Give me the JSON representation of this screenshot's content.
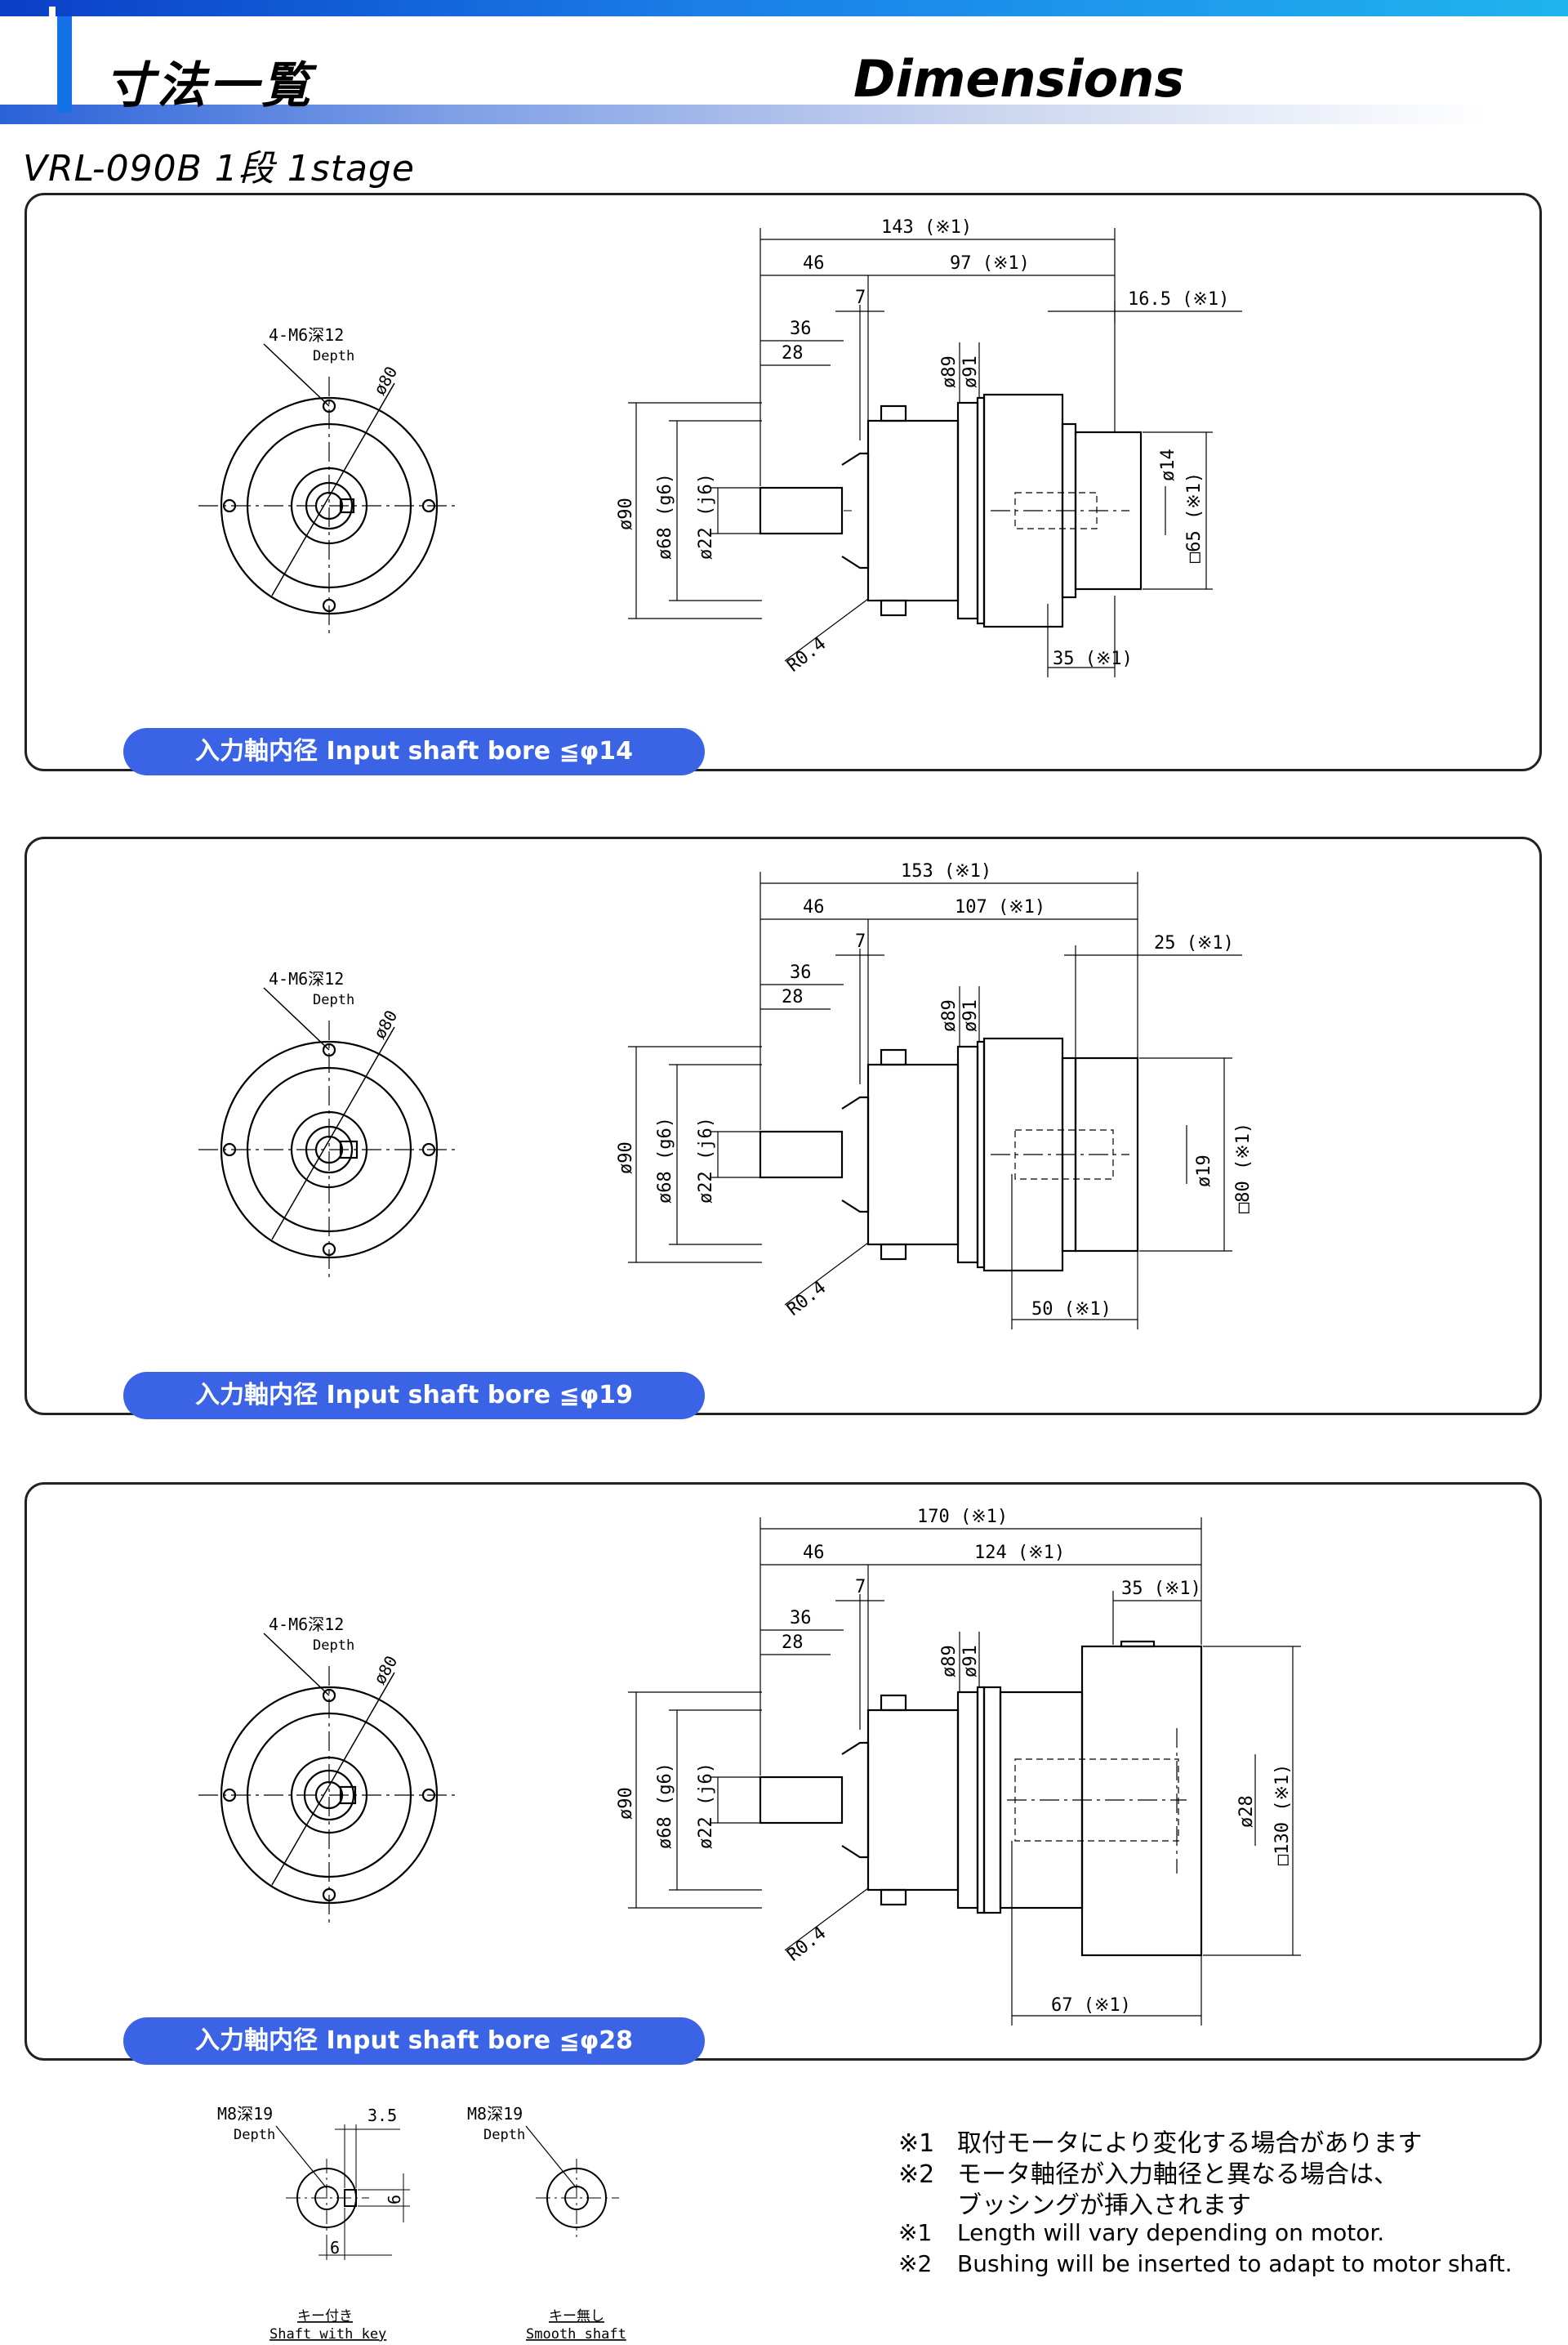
{
  "header": {
    "title_jp": "寸法一覧",
    "title_en": "Dimensions",
    "model": "VRL-090B  1段  1stage"
  },
  "panels": [
    {
      "bore_label": "入力軸内径  Input shaft bore  ≦φ14",
      "front": {
        "tap": "4-M6深12",
        "depth": "Depth",
        "pcd": "ø80"
      },
      "side": {
        "overall": "143 (※1)",
        "d46": "46",
        "d_rest": "97 (※1)",
        "d7": "7",
        "d36": "36",
        "d28": "28",
        "d_flange": "16.5 (※1)",
        "d_tail": "35 (※1)",
        "phi89": "ø89",
        "phi91": "ø91",
        "phi90": "ø90",
        "phi68": "ø68 (g6)",
        "phi22": "ø22 (j6)",
        "r04": "R0.4",
        "bore": "ø14",
        "square": "□65 (※1)"
      }
    },
    {
      "bore_label": "入力軸内径  Input shaft bore  ≦φ19",
      "front": {
        "tap": "4-M6深12",
        "depth": "Depth",
        "pcd": "ø80"
      },
      "side": {
        "overall": "153 (※1)",
        "d46": "46",
        "d_rest": "107 (※1)",
        "d7": "7",
        "d36": "36",
        "d28": "28",
        "d_flange": "25 (※1)",
        "d_tail": "50 (※1)",
        "phi89": "ø89",
        "phi91": "ø91",
        "phi90": "ø90",
        "phi68": "ø68 (g6)",
        "phi22": "ø22 (j6)",
        "r04": "R0.4",
        "bore": "ø19",
        "square": "□80 (※1)"
      }
    },
    {
      "bore_label": "入力軸内径  Input shaft bore  ≦φ28",
      "front": {
        "tap": "4-M6深12",
        "depth": "Depth",
        "pcd": "ø80"
      },
      "side": {
        "overall": "170 (※1)",
        "d46": "46",
        "d_rest": "124 (※1)",
        "d7": "7",
        "d36": "36",
        "d28": "28",
        "d_flange": "35 (※1)",
        "d_tail": "67 (※1)",
        "phi89": "ø89",
        "phi91": "ø91",
        "phi90": "ø90",
        "phi68": "ø68 (g6)",
        "phi22": "ø22 (j6)",
        "r04": "R0.4",
        "bore": "ø28",
        "square": "□130 (※1)"
      }
    }
  ],
  "shafts": [
    {
      "tap": "M8深19",
      "depth": "Depth",
      "key_w": "3.5",
      "key_h": "6",
      "key_d": "6",
      "caption_jp": "キー付き",
      "caption_en": "Shaft with key"
    },
    {
      "tap": "M8深19",
      "depth": "Depth",
      "caption_jp": "キー無し",
      "caption_en": "Smooth shaft"
    }
  ],
  "notes": [
    {
      "mark": "※1",
      "text": "取付モータにより変化する場合があります"
    },
    {
      "mark": "※2",
      "text": "モータ軸径が入力軸径と異なる場合は、"
    },
    {
      "mark": "",
      "text": "ブッシングが挿入されます"
    },
    {
      "mark": "※1",
      "text": "Length will vary depending on motor."
    },
    {
      "mark": "※2",
      "text": "Bushing will be inserted to adapt to motor shaft."
    }
  ],
  "colors": {
    "accent": "#1472e6",
    "pill": "#3b63e6"
  }
}
